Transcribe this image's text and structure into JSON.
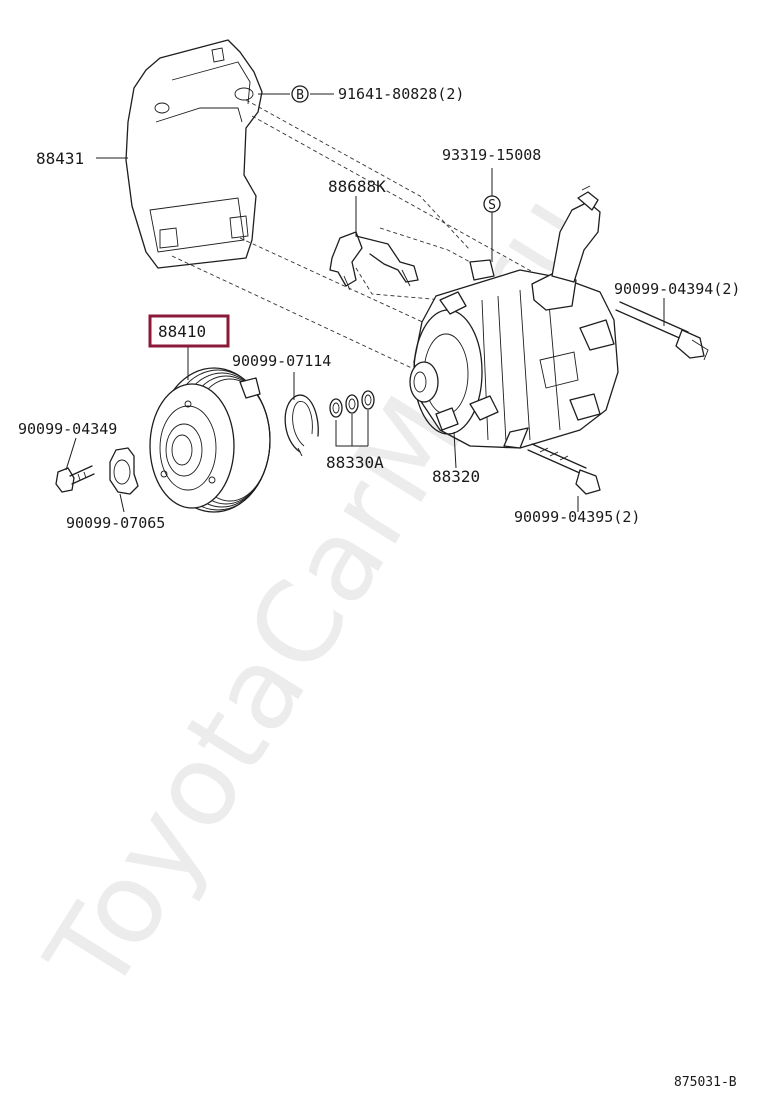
{
  "watermark": "ToyotaCarMC.ru",
  "diagram_code": "875031-B",
  "highlight_color": "#8b1a3a",
  "parts": {
    "bracket": "88431",
    "bolt_b": "91641-80828(2)",
    "bolt_b_mark": "B",
    "screw_s": "93319-15008",
    "screw_s_mark": "S",
    "harness_clamp": "88688K",
    "clutch": "88410",
    "snap_ring": "90099-07114",
    "bolt_long_top": "90099-04394(2)",
    "bolt_small": "90099-04349",
    "shims": "88330A",
    "compressor": "88320",
    "washer": "90099-07065",
    "bolt_long_bottom": "90099-04395(2)"
  }
}
